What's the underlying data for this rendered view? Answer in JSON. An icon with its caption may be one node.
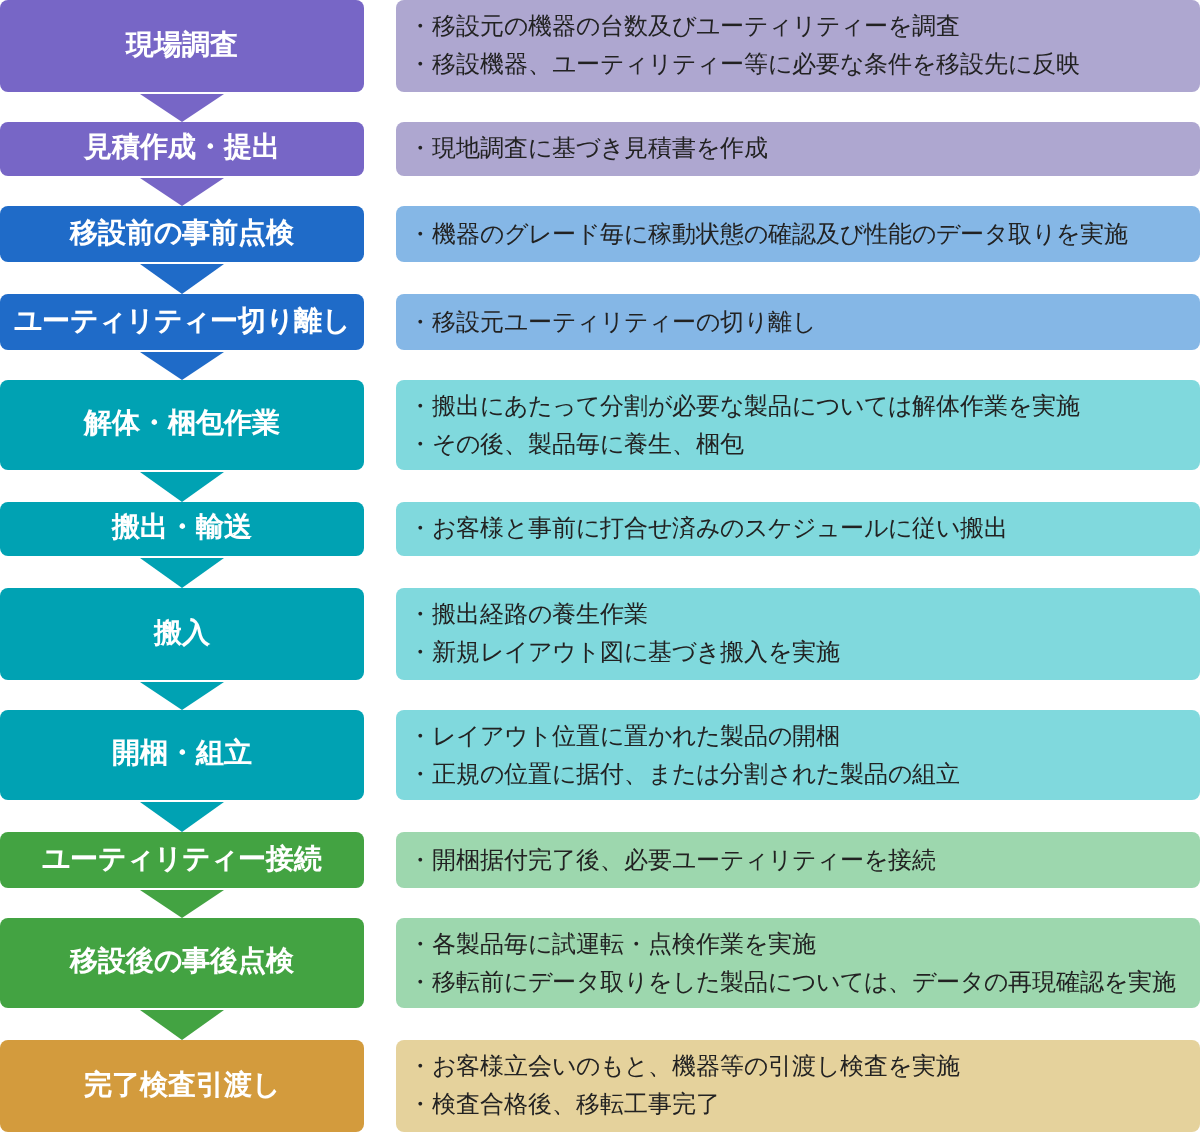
{
  "diagram": {
    "nodes": [
      {
        "text": [
          "現場調査"
        ]
      },
      {
        "text": [
          "・移設元の機器の台数及びユーティリティーを調査",
          "・移設機器、ユーティリティー等に必要な条件を移設先に反映"
        ]
      },
      {
        "text": [
          "見積作成・提出"
        ]
      },
      {
        "text": [
          "・現地調査に基づき見積書を作成"
        ]
      },
      {
        "text": [
          "移設前の事前点検"
        ]
      },
      {
        "text": [
          "・機器のグレード毎に稼動状態の確認及び性能のデータ取りを実施"
        ]
      },
      {
        "text": [
          "ユーティリティー切り離し"
        ]
      },
      {
        "text": [
          "・移設元ユーティリティーの切り離し"
        ]
      },
      {
        "text": [
          "解体・梱包作業"
        ]
      },
      {
        "text": [
          "・搬出にあたって分割が必要な製品については解体作業を実施",
          "・その後、製品毎に養生、梱包"
        ]
      },
      {
        "text": [
          "搬出・輸送"
        ]
      },
      {
        "text": [
          "・お客様と事前に打合せ済みのスケジュールに従い搬出"
        ]
      },
      {
        "text": [
          "搬入"
        ]
      },
      {
        "text": [
          "・搬出経路の養生作業",
          "・新規レイアウト図に基づき搬入を実施"
        ]
      },
      {
        "text": [
          "開梱・組立"
        ]
      },
      {
        "text": [
          "・レイアウト位置に置かれた製品の開梱",
          "・正規の位置に据付、または分割された製品の組立"
        ]
      },
      {
        "text": [
          "ユーティリティー接続"
        ]
      },
      {
        "text": [
          "・開梱据付完了後、必要ユーティリティーを接続"
        ]
      },
      {
        "text": [
          "移設後の事後点検"
        ]
      },
      {
        "text": [
          "・各製品毎に試運転・点検作業を実施",
          "・移転前にデータ取りをした製品については、データの再現確認を実施"
        ]
      },
      {
        "text": [
          "完了検査引渡し"
        ]
      },
      {
        "text": [
          "・お客様立会いのもと、機器等の引渡し検査を実施",
          "・検査合格後、移転工事完了"
        ]
      }
    ],
    "edges": [
      {
        "from": 0,
        "to": 2,
        "arrow": "to",
        "color": "#7766c6"
      },
      {
        "from": 2,
        "to": 4,
        "arrow": "to",
        "color": "#7766c6"
      },
      {
        "from": 4,
        "to": 6,
        "arrow": "to",
        "color": "#1f6bc8"
      },
      {
        "from": 6,
        "to": 8,
        "arrow": "to",
        "color": "#1f6bc8"
      },
      {
        "from": 8,
        "to": 10,
        "arrow": "to"
      },
      {
        "from": 10,
        "to": 12,
        "arrow": "to"
      },
      {
        "from": 12,
        "to": 14,
        "arrow": "to"
      },
      {
        "from": 14,
        "to": 16,
        "arrow": "to"
      },
      {
        "from": 16,
        "to": 18,
        "arrow": "to",
        "color": "#43a342"
      },
      {
        "from": 18,
        "to": 20,
        "arrow": "to",
        "color": "#43a342"
      }
    ]
  }
}
